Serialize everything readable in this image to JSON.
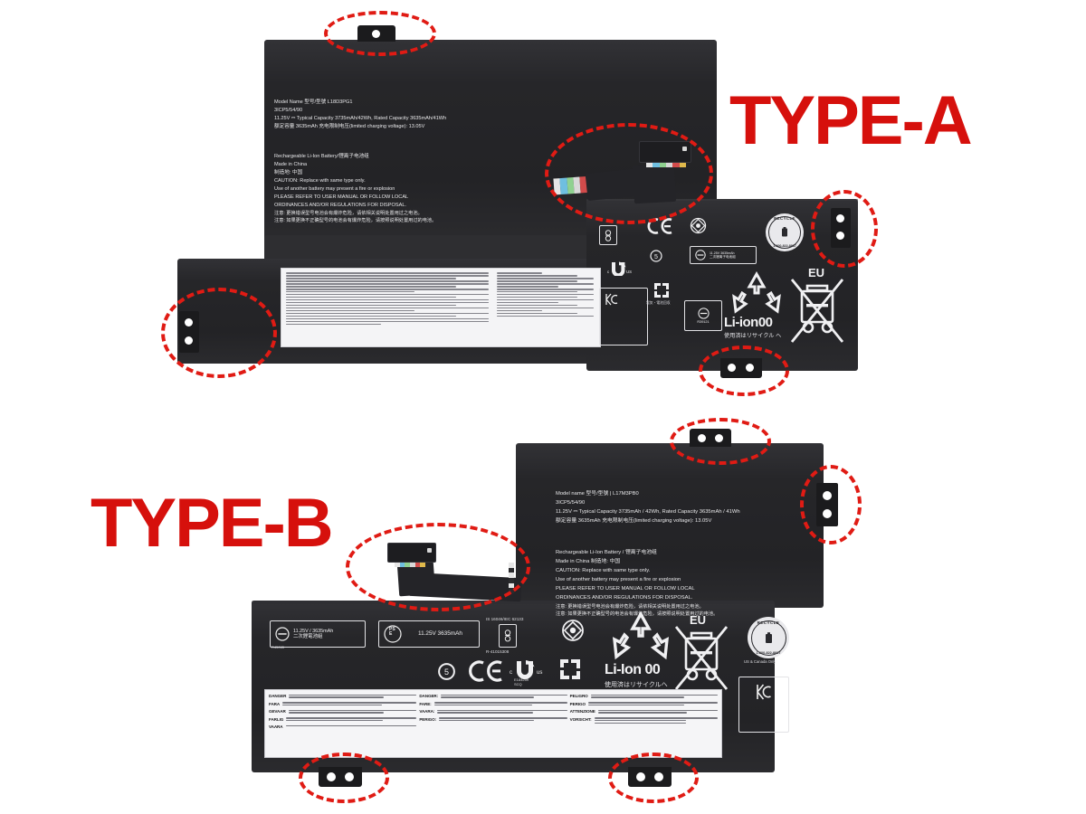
{
  "image": {
    "background_color": "#ffffff",
    "accent_red": "#d6100c",
    "cell_color": "#272729"
  },
  "type_a": {
    "title": "TYPE-A",
    "spec": {
      "model_line": "Model Name  型号/型號  L18D3PG1",
      "cell_code": "3ICP5/54/90",
      "capacity_line": "11.25V ⎓ Typical Capacity 3735mAh/42Wh, Rated Capacity 3635mAh/41Wh",
      "capacity_line_cn": "额定容量  3635mAh    充电限制电压(limited charging voltage): 13.05V"
    },
    "caution": {
      "line1": "Rechargeable Li-Ion Battery/锂离子电池组",
      "line2": "Made in China",
      "line3": "制造地: 中国",
      "line4": "CAUTION: Replace with same type only.",
      "line5": "Use of another battery may present a fire or explosion",
      "line6": "PLEASE REFER TO USER MANUAL OR FOLLOW LOCAL",
      "line7": "ORDINANCES AND/OR REGULATIONS FOR DISPOSAL.",
      "line8": "注意: 更换错误型号电池会有爆炸危险，请依相关说明处置用过之电池。",
      "line9": "注意: 如果更换不正确型号的电池会有爆炸危险，请按照说明处置用过的电池。"
    },
    "marks": {
      "voltage_badge": "11.25V  3635mAh\n二次锂离子电池组",
      "li_ion": "Li-ion00",
      "li_ion_jp": "使用済はリサイクル へ",
      "eu": "EU",
      "rohs_number": "R39121",
      "ul_us": "US",
      "ul_c": "c",
      "recycle_badge_top": "RECYCLE",
      "recycle_badge_phone": "1-800-822-8837",
      "jp_note": "電気・電池回収"
    }
  },
  "type_b": {
    "title": "TYPE-B",
    "spec": {
      "model_line": "Model name 型号/型號 | L17M3PB0",
      "cell_code": "3ICP5/54/90",
      "capacity_line": "11.25V ⎓ Typical Capacity 3735mAh / 42Wh, Rated Capacity 3635mAh / 41Wh",
      "capacity_line_cn": "额定容量  3635mAh 充电限制电压(limited charging voltage): 13.05V"
    },
    "caution": {
      "line1": "Rechargeable Li-Ion Battery / 锂离子电池组",
      "line2": "Made in China 制造地: 中国",
      "line3": "CAUTION: Replace with same type only.",
      "line4": "Use of another battery may present a fire or explosion",
      "line5": "PLEASE REFER TO USER MANUAL OR FOLLOW LOCAL",
      "line6": "ORDINANCES AND/OR REGULATIONS FOR DISPOSAL.",
      "line7": "注意: 更换错误型号电池会有爆炸危险，请依相关说明处置用过之电池。",
      "line8": "注意: 如果更换不正确型号的电池会有爆炸危险，请按照说明处置用过的电池。"
    },
    "marks": {
      "bsmi_text": "11.25V / 3635mAh\n二次鋰電池組",
      "bsmi_id": "R45065",
      "pse_text": "11.25V  3635mAh",
      "pse_label": "PS\nE",
      "is_standard": "IS 16046/IEC 62133",
      "is_number": "R-41015308",
      "li_ion": "Li-Ion 00",
      "li_ion_jp": "使用済はリサイクルへ",
      "eu": "EU",
      "recycle_badge_top": "RECYCLE",
      "recycle_badge_phone": "1-800-822-8837",
      "recycle_badge_note": "US & Canada Only",
      "ul_us": "us",
      "ul_c": "c",
      "ul_file": "E184259\nSCQ",
      "rohs_5": "5",
      "ce": "CE",
      "kc": "KC"
    },
    "danger_label": {
      "columns": [
        {
          "rows": [
            {
              "key": "DANGER",
              "text": "DO NOT OPEN OR EXPOSE TO HEAT ABOVE 100°C"
            },
            {
              "key": "FARA",
              "text": "ÖPPNA INTE BATTERIET OCH UTSÄTT DET INTE FÖR VÄRME ÖVER 100°C"
            },
            {
              "key": "GEVAAR",
              "text": "NIET OPENEN, NIET BLOOTSTELLEN AAN TEMPERATUREN BOVEN 100°C"
            },
            {
              "key": "FARLIG",
              "text": "MÅ IKKE ÅPNES ELLER UTSETTES FOR TEMPERATURER OVER 100°C"
            },
            {
              "key": "VAARA",
              "text": "ÄLÄ AVAA TAI ALTISTA YLI 100°C"
            }
          ]
        },
        {
          "rows": [
            {
              "key": "DANGER:",
              "text": "NE PAS OUVRIR NI EXPOSER À PLUS DE 100°C"
            },
            {
              "key": "FARE:",
              "text": "MÅ IKKE ÅBNES ELLER UDSÆTTES FOR VARME OVER 100°C"
            },
            {
              "key": "VAARA:",
              "text": "ÄLÄ AVAA ÄLÄKÄ ALTISTA KUUMUUDELLE YLI 100°C"
            },
            {
              "key": "PERIGO:",
              "text": "NÃO ABRA OU EXPONHA A AQUECIMENTO ACIMA DE 100°C"
            }
          ]
        },
        {
          "rows": [
            {
              "key": "PELIGRO",
              "text": "NO ABRIR O EXPONER A SUPERFICIES A 100°C"
            },
            {
              "key": "PERIGO",
              "text": "NÃO ABRIR NEM EXPOR A TEMPERATURA SUPERIOR A 100°C"
            },
            {
              "key": "ATTENZIONE",
              "text": "NON APRIRE O RISCALDARE A TEMPERATURA SUPERIORE A 100°C"
            },
            {
              "key": "VORSICHT:",
              "text": "NICHT ÖFFNEN ODER BEI ÜBER 100°C ERHITZEN"
            }
          ]
        }
      ]
    }
  },
  "highlights": [
    {
      "name": "type-a-top-tab",
      "label": "mounting tab"
    },
    {
      "name": "type-a-connector",
      "label": "ribbon cable connector"
    },
    {
      "name": "type-a-right-tab",
      "label": "mounting tab"
    },
    {
      "name": "type-a-left-tab",
      "label": "mounting tab"
    },
    {
      "name": "type-a-bottom-tab",
      "label": "mounting tab"
    },
    {
      "name": "type-b-top-tab",
      "label": "mounting tab"
    },
    {
      "name": "type-b-right-tab",
      "label": "mounting tab"
    },
    {
      "name": "type-b-connector",
      "label": "ribbon cable connector"
    },
    {
      "name": "type-b-bottom-left-tab",
      "label": "mounting tab"
    },
    {
      "name": "type-b-bottom-right-tab",
      "label": "mounting tab"
    }
  ]
}
